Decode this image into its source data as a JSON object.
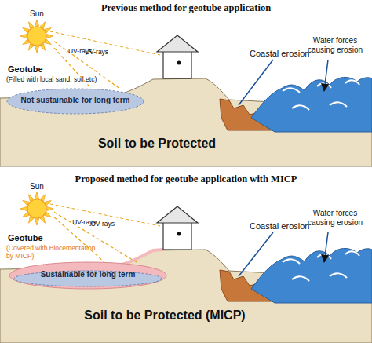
{
  "diagram": {
    "nodes": [
      {
        "text": [
          "Sun"
        ]
      },
      {
        "text": [
          "Geotube",
          "(Filled with local sand, soil etc)",
          "Not sustainable for long term"
        ]
      },
      {
        "text": [
          "Soil to be Protected"
        ]
      },
      {
        "text": [
          "Sun"
        ]
      },
      {
        "text": [
          "Geotube",
          "(Covered with Biocementation by MICP)",
          "Sustainable for long term"
        ]
      },
      {
        "text": [
          "Soil to be Protected (MICP)"
        ]
      }
    ],
    "edges": [
      {
        "from": 0,
        "to": 1,
        "label": "UV-rays",
        "arrow": "none"
      },
      {
        "from": 0,
        "to": 1,
        "label": "UV-rays",
        "arrow": "none"
      },
      {
        "from": 3,
        "to": 4,
        "label": "UV-rays",
        "arrow": "none"
      },
      {
        "from": 3,
        "to": 4,
        "label": "UV-rays",
        "arrow": "none"
      }
    ],
    "labels": [
      "Previous method for geotube application",
      "Coastal erosion",
      "Water forces causing erosion",
      "Proposed method for geotube application with MICP",
      "Coastal erosion",
      "Water forces causing erosion"
    ]
  }
}
